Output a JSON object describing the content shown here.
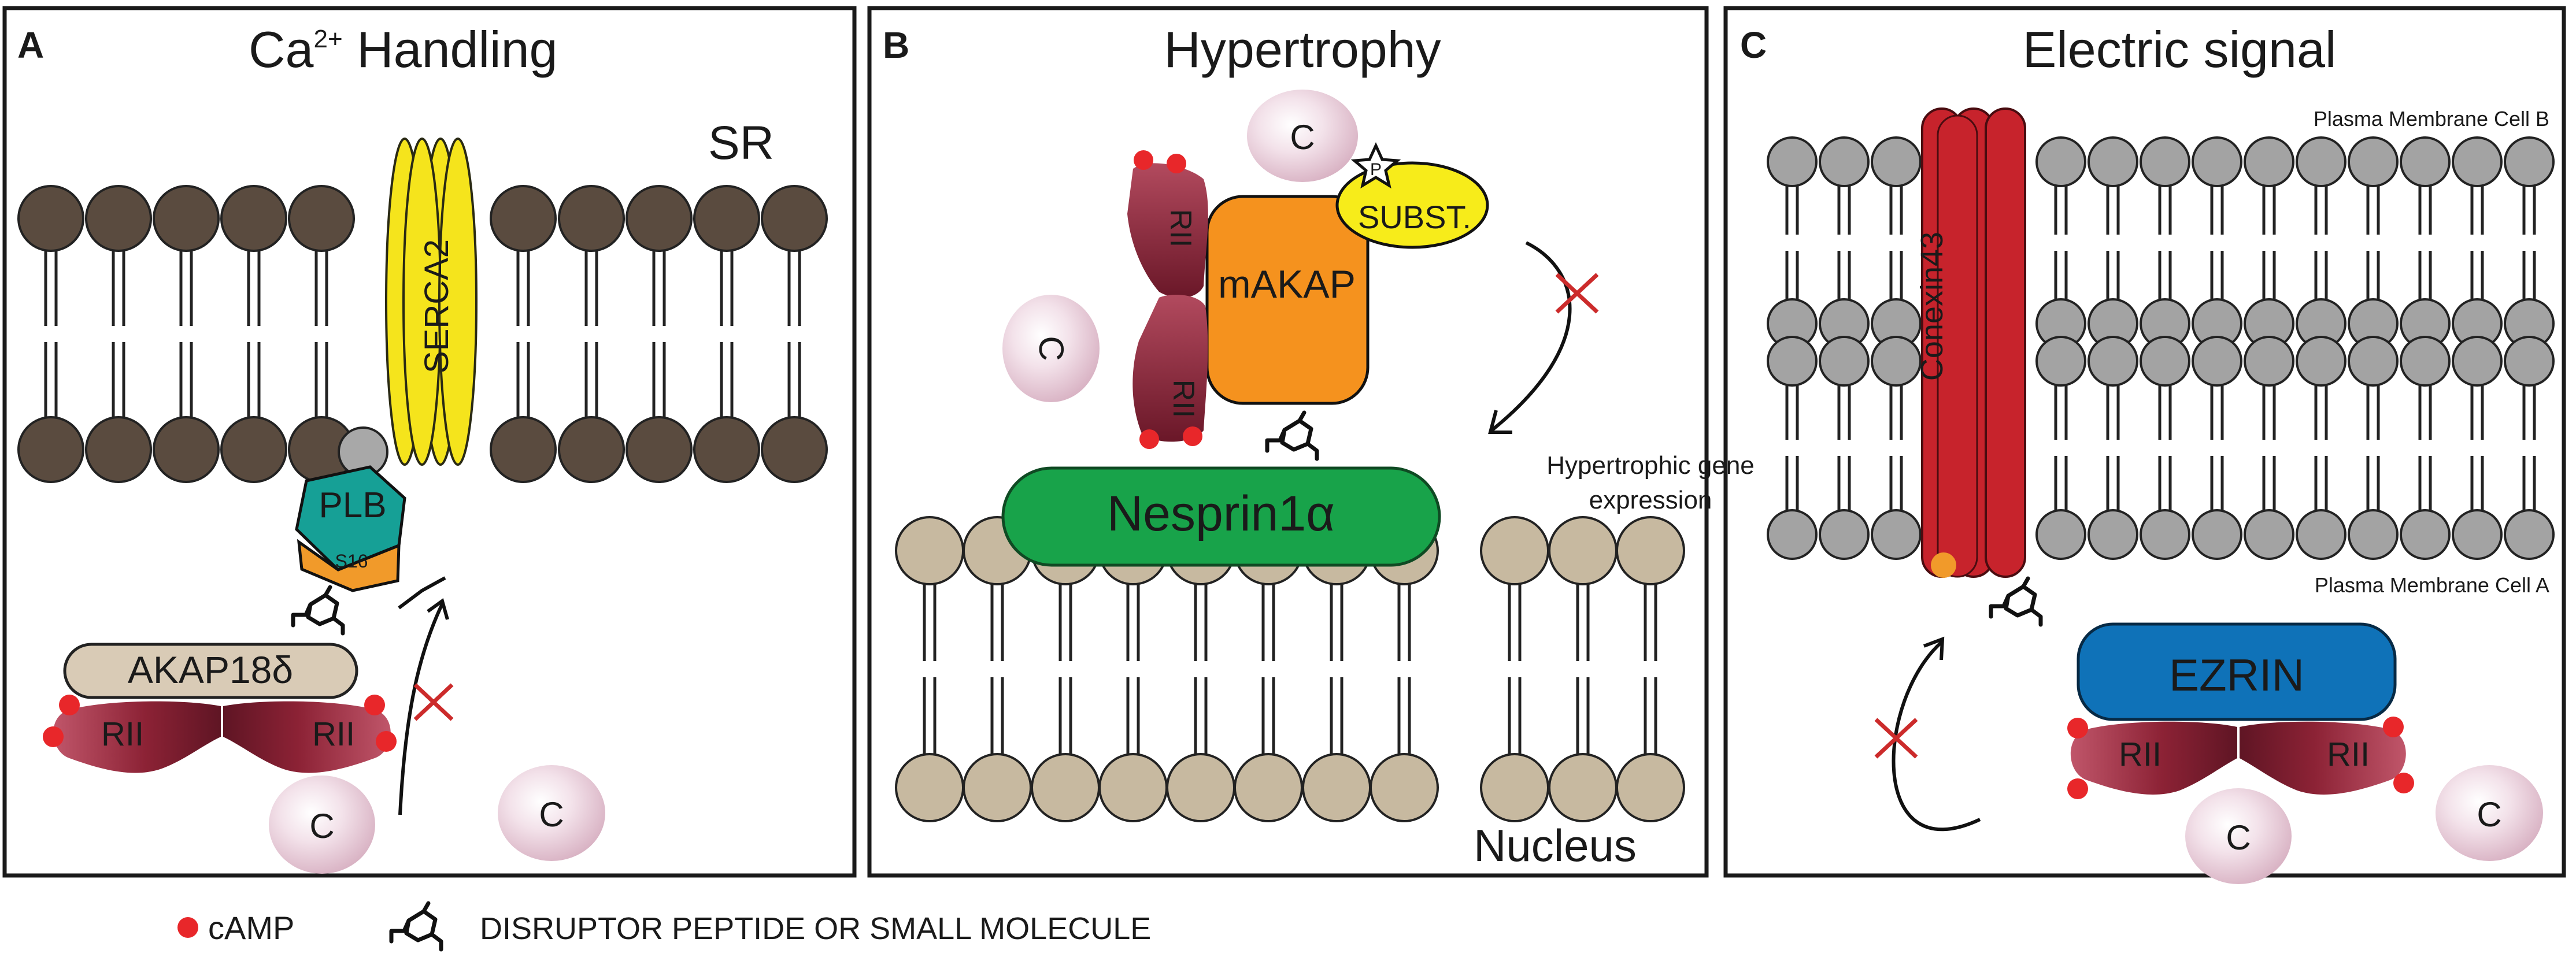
{
  "panels": [
    {
      "letter": "A",
      "title": "Ca",
      "title_sup": "2+",
      "title_rest": " Handling",
      "location": "SR"
    },
    {
      "letter": "B",
      "title": "Hypertrophy",
      "location": "Nucleus"
    },
    {
      "letter": "C",
      "title": "Electric signal",
      "membrane_top": "Plasma Membrane Cell B",
      "membrane_bottom": "Plasma Membrane Cell A"
    }
  ],
  "labels": {
    "serca": "SERCA2",
    "plb": "PLB",
    "s16": "S16",
    "akap18": "AKAP18δ",
    "rii": "RII",
    "c": "C",
    "makap": "mAKAP",
    "subst": "SUBST.",
    "p": "P",
    "nesprin": "Nesprin1α",
    "hypertrophic_line1": "Hypertrophic gene",
    "hypertrophic_line2": "expression",
    "conexin": "Conexin43",
    "ezrin": "EZRIN"
  },
  "legend": {
    "camp": "cAMP",
    "disruptor": "DISRUPTOR PEPTIDE OR SMALL MOLECULE"
  },
  "colors": {
    "lipid_dark": "#5a4b3f",
    "lipid_tan": "#c7b9a0",
    "lipid_grey": "#a3a3a3",
    "serca": "#f5e41c",
    "plb": "#16a096",
    "s16": "#f19a2a",
    "akap18": "#d9cbb6",
    "rii": "#8c2235",
    "c": "#ecd6e1",
    "makap": "#f5921e",
    "subst": "#f7ec1a",
    "nesprin": "#18a34a",
    "conexin": "#c7232c",
    "ezrin": "#0f72b8",
    "camp": "#e8272a",
    "inhibit": "#cc2b2b"
  }
}
